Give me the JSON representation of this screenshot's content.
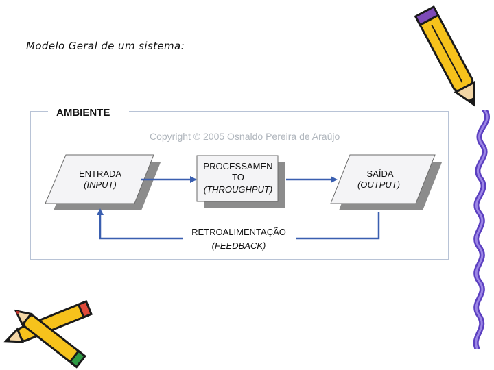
{
  "slide": {
    "title": "Modelo Geral de um sistema:"
  },
  "diagram": {
    "frame_label": "AMBIENTE",
    "watermark": "Copyright © 2005 Osnaldo Pereira de Araújo",
    "nodes": {
      "input": {
        "line1": "ENTRADA",
        "line2": "(INPUT)"
      },
      "process": {
        "line1": "PROCESSAMEN",
        "line2": "TO",
        "line3": "(THROUGHPUT)"
      },
      "output": {
        "line1": "SAÍDA",
        "line2": "(OUTPUT)"
      }
    },
    "feedback": {
      "line1": "RETROALIMENTAÇÃO",
      "line2": "(FEEDBACK)"
    },
    "colors": {
      "frame": "#b8c3d6",
      "arrow": "#3a5fb0",
      "shadow": "#8c8c8c",
      "node_fill": "#f4f4f6",
      "text": "#111111",
      "watermark": "#b0b6bd"
    }
  },
  "decorations": {
    "top_right": "pencil-clipart",
    "right_edge": "squiggle-border",
    "bottom_left": "pencils-clipart"
  }
}
